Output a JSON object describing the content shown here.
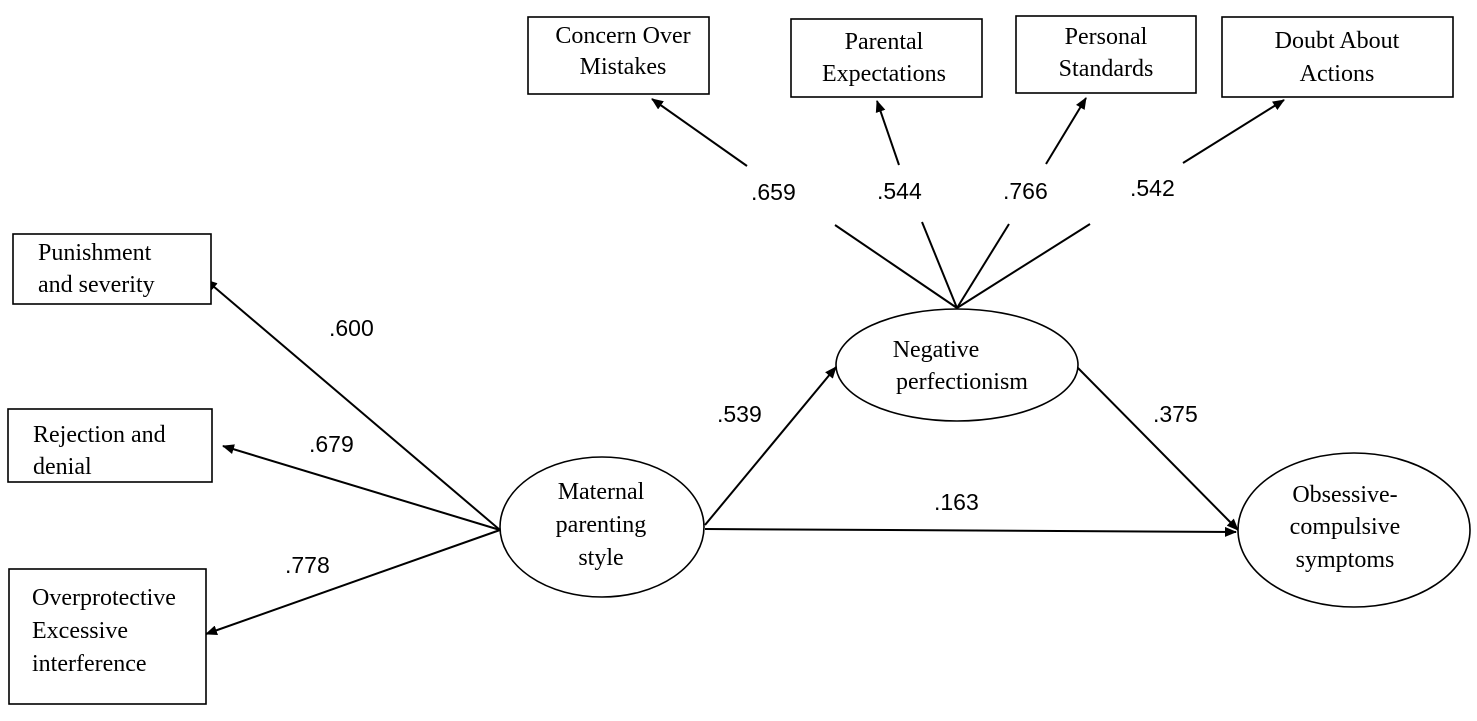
{
  "nodes": {
    "concern": {
      "lines": [
        "Concern Over",
        "Mistakes"
      ]
    },
    "parental": {
      "lines": [
        "Parental",
        "Expectations"
      ]
    },
    "personal": {
      "lines": [
        "Personal",
        "Standards"
      ]
    },
    "doubt": {
      "lines": [
        "Doubt About",
        "Actions"
      ]
    },
    "punishment": {
      "lines": [
        "Punishment",
        "and severity"
      ]
    },
    "rejection": {
      "lines": [
        "Rejection and",
        "denial"
      ]
    },
    "overprotective": {
      "lines": [
        "Overprotective",
        "Excessive",
        "interference"
      ]
    },
    "maternal": {
      "lines": [
        "Maternal",
        "parenting",
        "style"
      ]
    },
    "negative": {
      "lines": [
        "Negative",
        "perfectionism"
      ]
    },
    "ocs": {
      "lines": [
        "Obsessive-",
        "compulsive",
        "symptoms"
      ]
    }
  },
  "coefficients": {
    "concern": ".659",
    "parental": ".544",
    "personal": ".766",
    "doubt": ".542",
    "punishment": ".600",
    "rejection": ".679",
    "overprotective": ".778",
    "maternal_to_negative": ".539",
    "negative_to_ocs": ".375",
    "maternal_to_ocs": ".163"
  }
}
